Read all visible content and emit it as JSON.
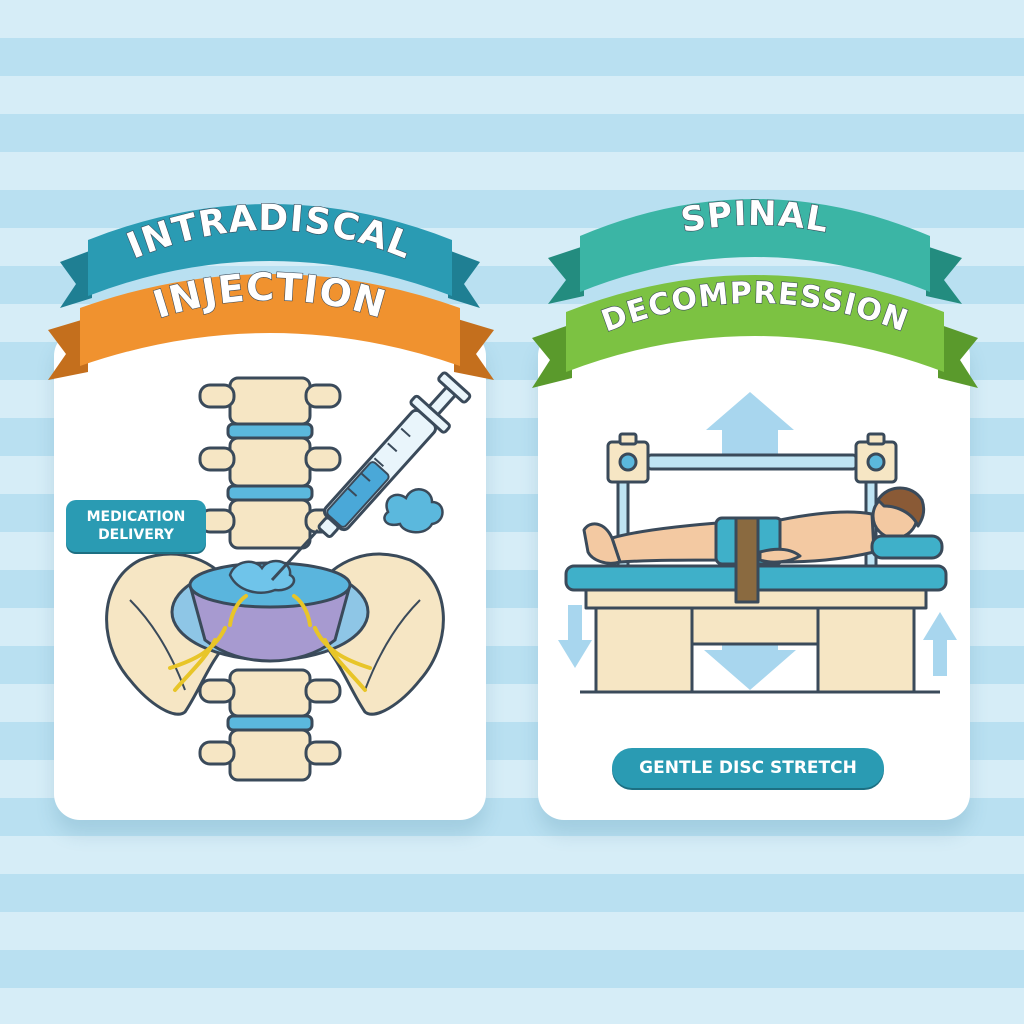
{
  "left_panel": {
    "title_line1": "INTRADISCAL",
    "title_line2": "INJECTION",
    "label_line1": "MEDICATION",
    "label_line2": "DELIVERY",
    "colors": {
      "ribbon_top": "#2a9bb3",
      "ribbon_bottom": "#f0922f"
    }
  },
  "right_panel": {
    "title_line1": "SPINAL",
    "title_line2": "DECOMPRESSION",
    "label": "GENTLE DISC STRETCH",
    "colors": {
      "ribbon_top": "#3bb5a5",
      "ribbon_bottom": "#7cc242"
    }
  },
  "icons": [
    "syringe-icon",
    "spine-icon",
    "pelvis-icon",
    "nerve-icon",
    "traction-table-icon",
    "patient-icon",
    "arrow-up-icon",
    "arrow-down-icon"
  ]
}
